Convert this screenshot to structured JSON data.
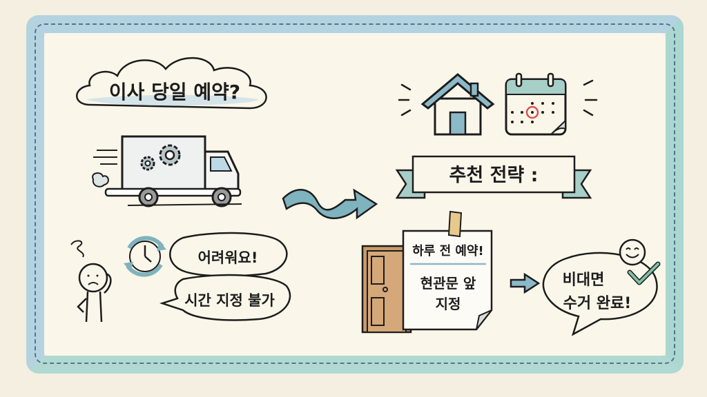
{
  "diagram": {
    "question_cloud": {
      "text": "이사 당일 예약?"
    },
    "problem": {
      "bubble_top": "어려워요!",
      "bubble_bottom": "시간 지정 불가"
    },
    "strategy_banner": {
      "text": "추천 전략 :"
    },
    "note": {
      "line1": "하루 전 예약!",
      "line2": "현관문 앞",
      "line3": "지정"
    },
    "result_bubble": {
      "line1": "비대면",
      "line2": "수거 완료!"
    },
    "icons": [
      "moving-truck-icon",
      "gears-icon",
      "confused-person-icon",
      "clock-cycle-icon",
      "wavy-arrow-icon",
      "house-icon",
      "calendar-icon",
      "door-icon",
      "tape-icon",
      "right-arrow-icon",
      "smiley-icon",
      "checkmark-icon"
    ],
    "colors": {
      "frame_blue": "#a9cfe0",
      "frame_teal": "#9fd3cf",
      "paper": "#fbf6ea",
      "accent_teal": "#7fb3bd",
      "calendar_red": "#d9534f",
      "door_brown": "#c99a6b"
    }
  }
}
